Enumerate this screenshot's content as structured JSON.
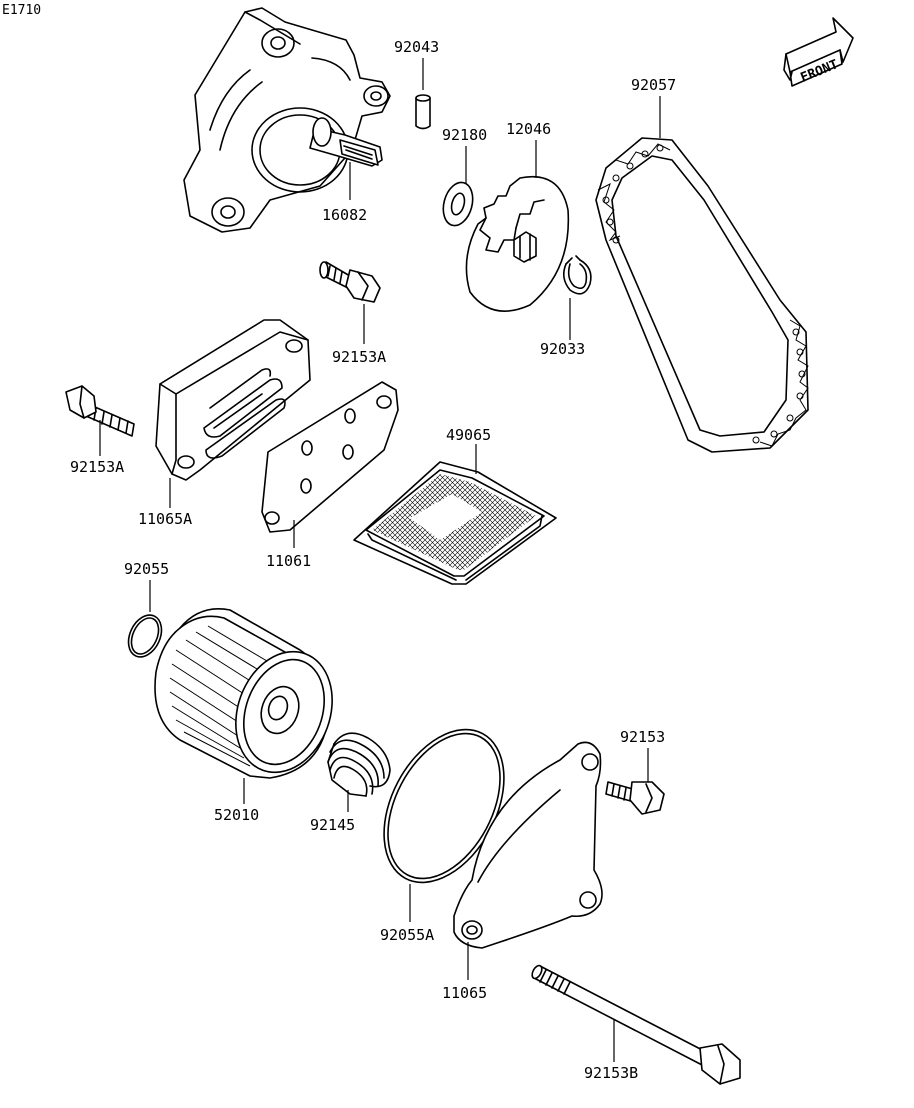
{
  "diagram": {
    "figure_code": "E1710",
    "front_label": "FRONT",
    "parts": [
      {
        "id": "oil-pump",
        "number": "16082"
      },
      {
        "id": "pin",
        "number": "92043"
      },
      {
        "id": "washer",
        "number": "92180"
      },
      {
        "id": "sprocket",
        "number": "12046"
      },
      {
        "id": "chain",
        "number": "92057"
      },
      {
        "id": "bolt-cover",
        "number": "92153A"
      },
      {
        "id": "circlip",
        "number": "92033"
      },
      {
        "id": "bolt-left",
        "number": "92153A"
      },
      {
        "id": "cover-a",
        "number": "11065A"
      },
      {
        "id": "gasket-plate",
        "number": "11061"
      },
      {
        "id": "screen",
        "number": "49065"
      },
      {
        "id": "o-ring",
        "number": "92055"
      },
      {
        "id": "oil-filter",
        "number": "52010"
      },
      {
        "id": "spring",
        "number": "92145"
      },
      {
        "id": "o-ring-a",
        "number": "92055A"
      },
      {
        "id": "filter-cover",
        "number": "11065"
      },
      {
        "id": "bolt-small",
        "number": "92153"
      },
      {
        "id": "long-bolt",
        "number": "92153B"
      }
    ]
  }
}
